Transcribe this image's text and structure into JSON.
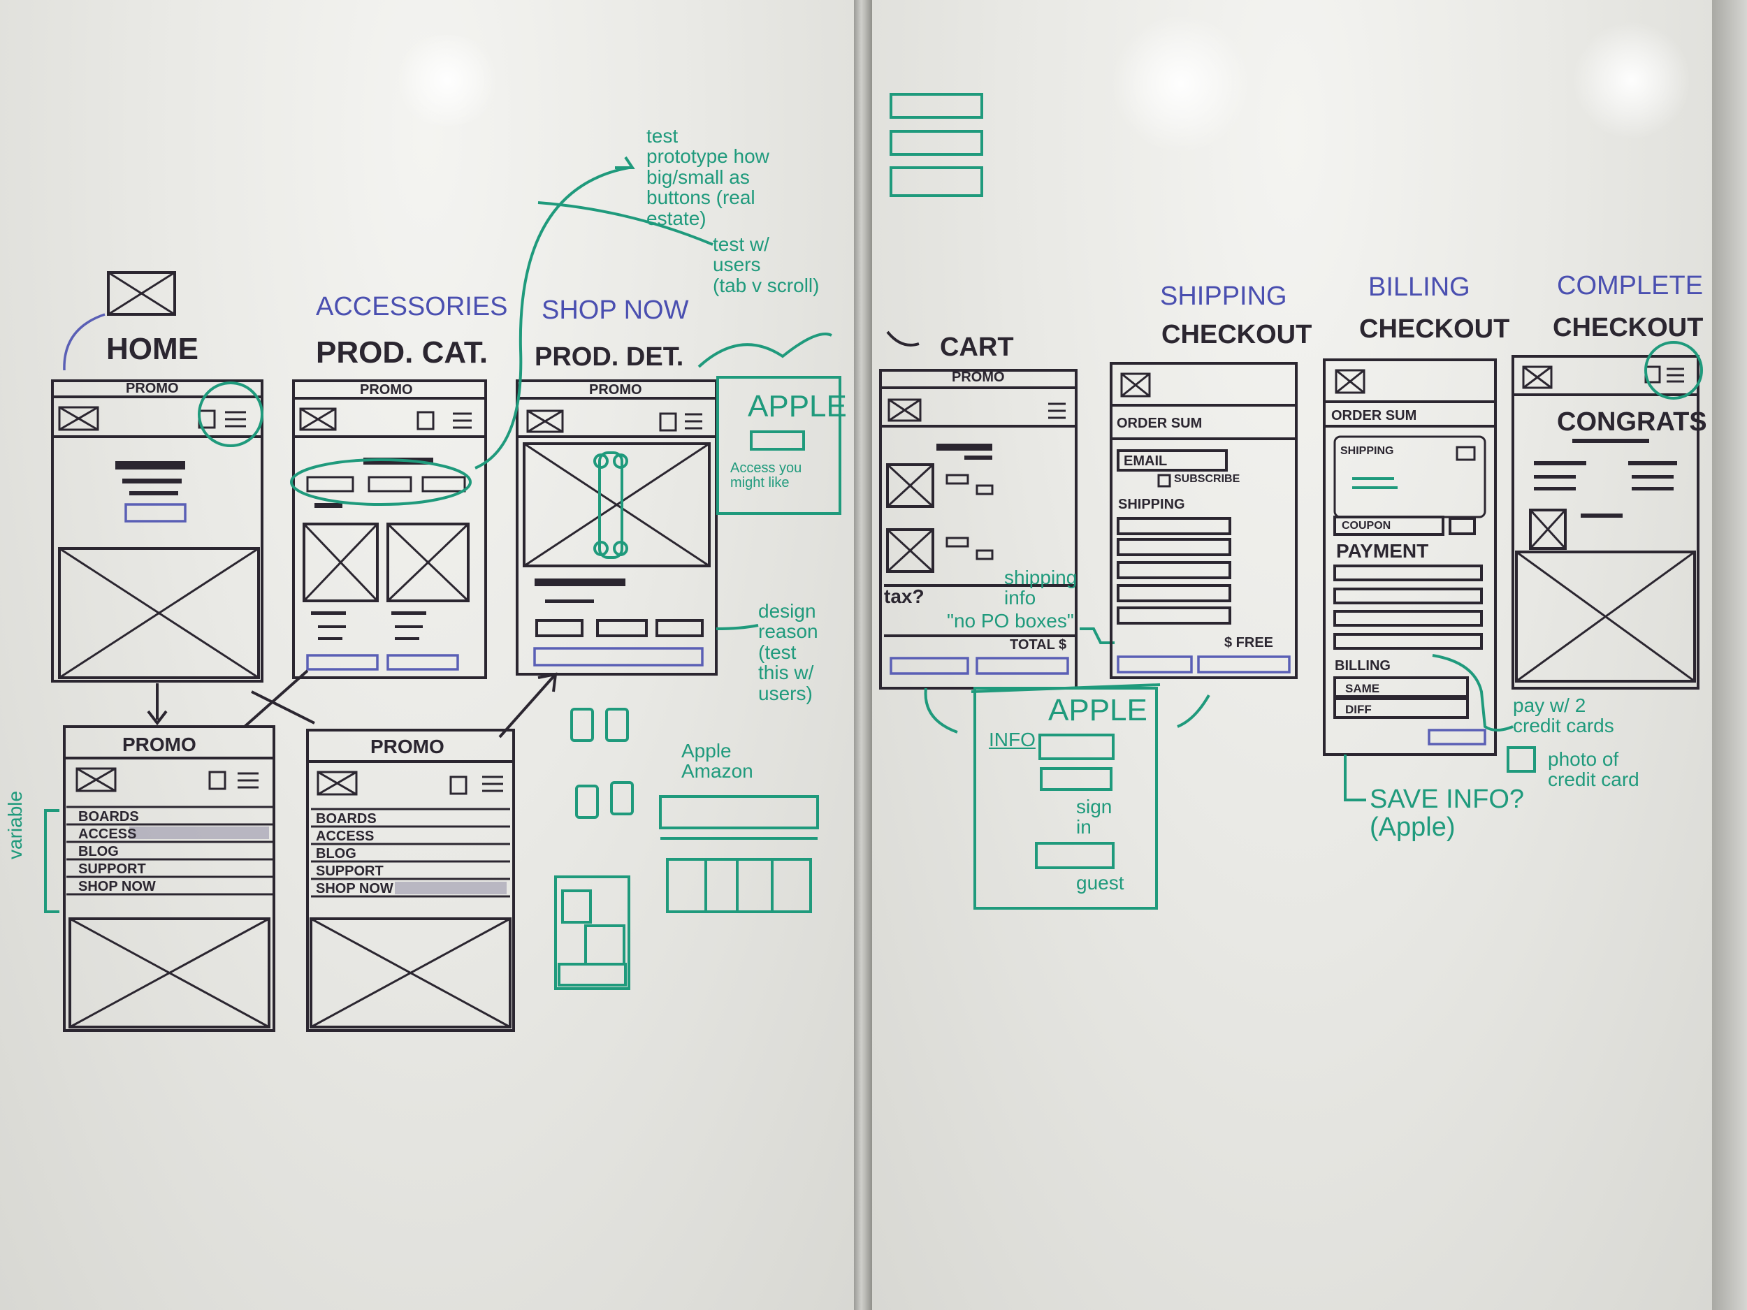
{
  "titles": {
    "home": "HOME",
    "prod_cat": "PROD. CAT.",
    "accessories": "ACCESSORIES",
    "prod_det": "PROD. DET.",
    "shop_now": "SHOP NOW",
    "cart": "CART",
    "shipping": "SHIPPING",
    "shipping_checkout": "CHECKOUT",
    "billing": "BILLING",
    "billing_checkout": "CHECKOUT",
    "complete": "COMPLETE",
    "complete_checkout": "CHECKOUT"
  },
  "promo": "PROMO",
  "menu_items": [
    "BOARDS",
    "ACCESS",
    "BLOG",
    "SUPPORT",
    "SHOP NOW"
  ],
  "notes": {
    "prototype": "test\nprototype how\nbig/small as\nbuttons (real\nestate)",
    "test_users": "test w/\nusers\n(tab v scroll)",
    "apple": "APPLE",
    "apple_sub": "Access you\nmight like",
    "design_reason": "design\nreason\n(test\nthis w/\nusers)",
    "apple_amazon": "Apple\nAmazon",
    "variable": "variable",
    "cart_tax": "tax?",
    "cart_shipping_info": "shipping\ninfo",
    "cart_no_po": "\"no PO boxes\"",
    "cart_total": "TOTAL $",
    "apple_login": "APPLE",
    "login_info": "INFO",
    "sign_in": "sign\nin",
    "guest": "guest",
    "order_sum": "ORDER SUM",
    "email": "EMAIL",
    "subscribe": "SUBSCRIBE",
    "shipping_label": "SHIPPING",
    "free": "$ FREE",
    "coupon": "COUPON",
    "payment": "PAYMENT",
    "billing_label": "BILLING",
    "same": "SAME",
    "diff": "DIFF",
    "pay_two_cards": "pay w/ 2\ncredit cards",
    "photo_card": "photo of\ncredit card",
    "save_info": "SAVE INFO?\n(Apple)",
    "congrats": "CONGRATS"
  }
}
